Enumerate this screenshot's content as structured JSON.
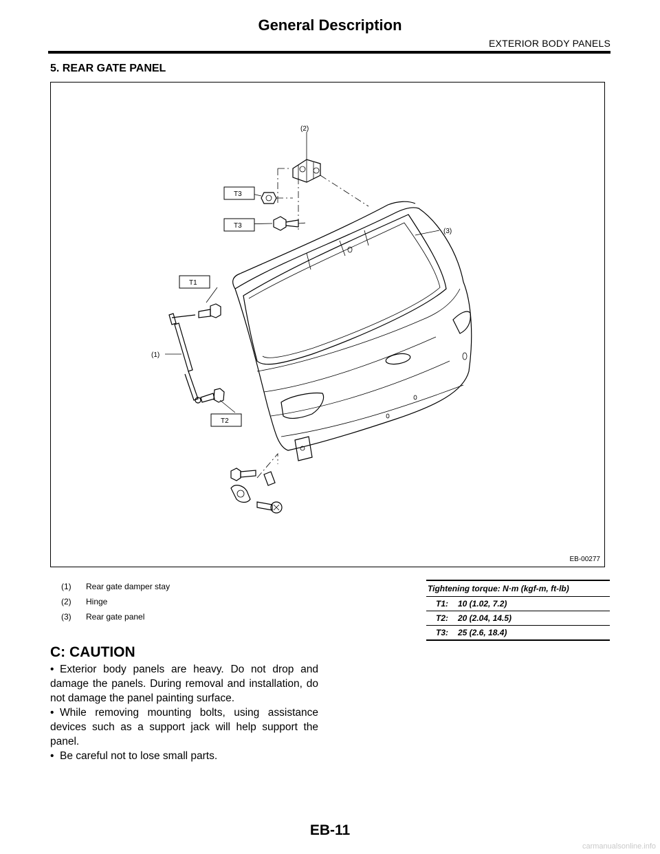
{
  "header": {
    "title": "General Description",
    "section": "EXTERIOR BODY PANELS"
  },
  "section_heading": "5.  REAR GATE PANEL",
  "figure": {
    "image_id": "EB-00277",
    "callouts": [
      "(1)",
      "(2)",
      "(3)"
    ],
    "torque_tags": [
      "T1",
      "T2",
      "T3",
      "T3"
    ]
  },
  "legend": [
    {
      "num": "(1)",
      "label": "Rear gate damper stay"
    },
    {
      "num": "(2)",
      "label": "Hinge"
    },
    {
      "num": "(3)",
      "label": "Rear gate panel"
    }
  ],
  "torque_table": {
    "title": "Tightening torque: N·m (kgf-m, ft-lb)",
    "rows": [
      {
        "key": "T1:",
        "value": "10 (1.02, 7.2)"
      },
      {
        "key": "T2:",
        "value": "20 (2.04, 14.5)"
      },
      {
        "key": "T3:",
        "value": "25 (2.6, 18.4)"
      }
    ]
  },
  "caution": {
    "heading": "C:  CAUTION",
    "bullet": "•",
    "items": [
      "Exterior body panels are heavy. Do not drop and damage the panels. During removal and installation, do not damage the panel painting surface.",
      "While removing mounting bolts, using assistance devices such as a support jack will help support the panel.",
      "Be careful not to lose small parts."
    ]
  },
  "footer": {
    "page_number": "EB-11",
    "watermark": "carmanualsonline.info"
  }
}
